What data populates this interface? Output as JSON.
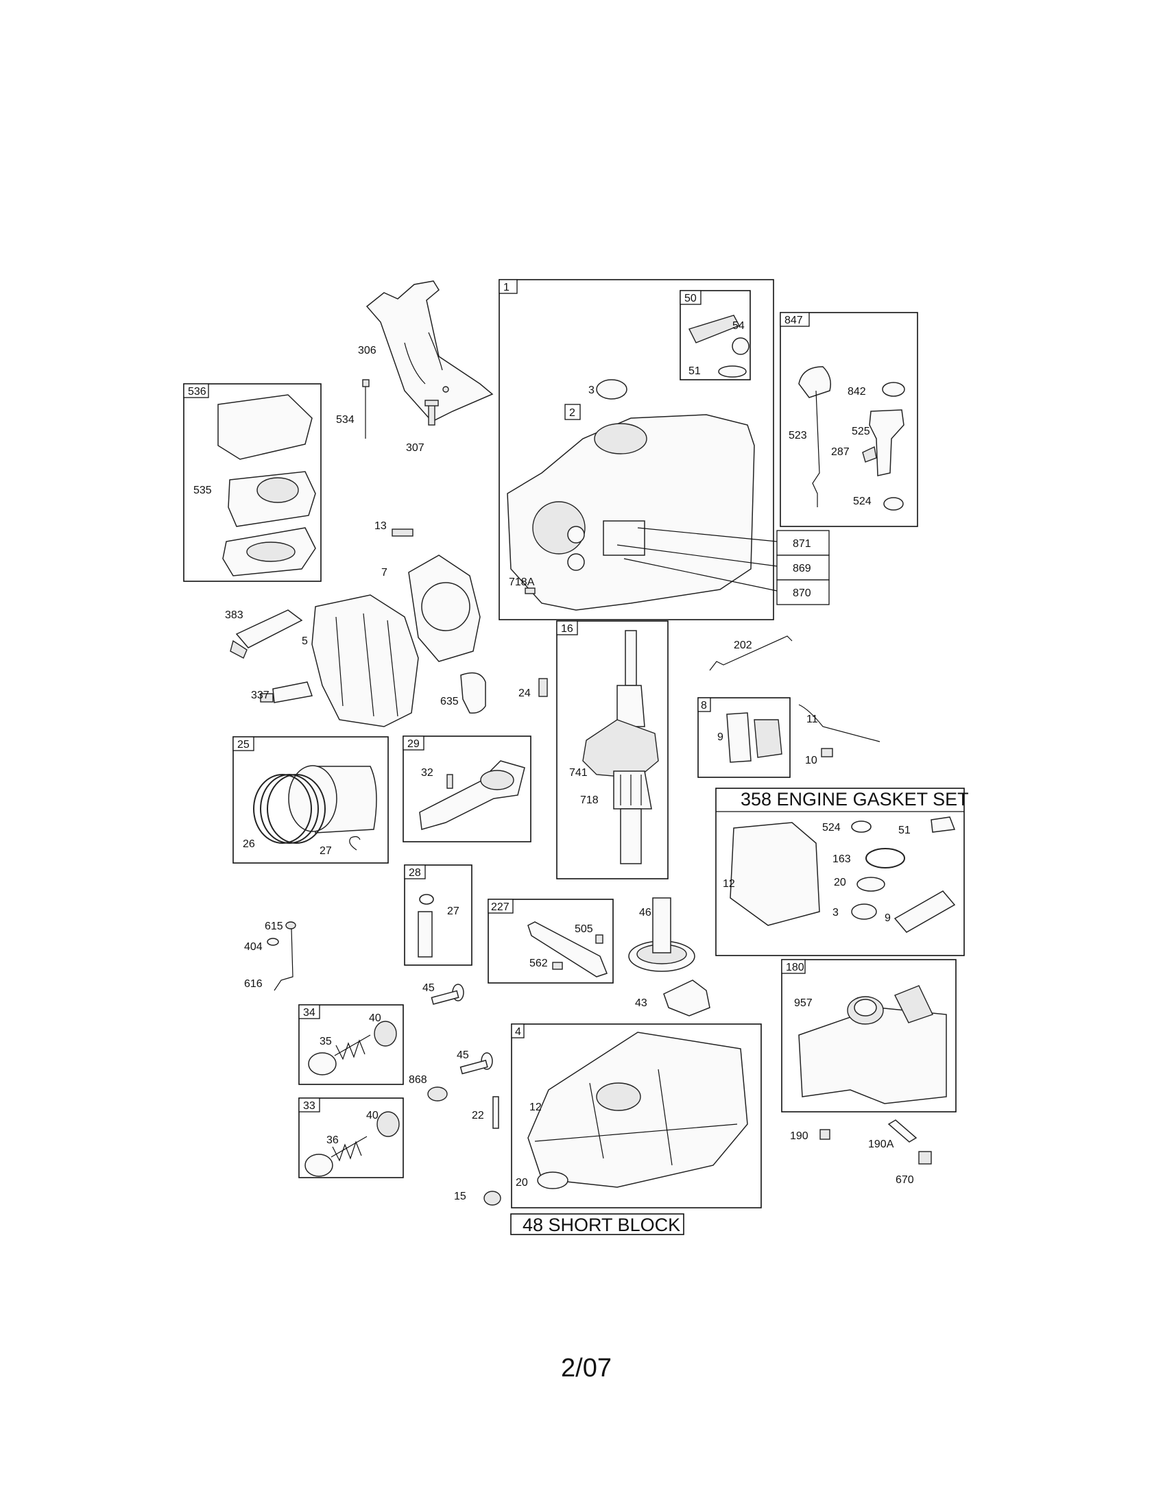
{
  "labels": {
    "l306": "306",
    "l534": "534",
    "l307": "307",
    "l536": "536",
    "l535": "535",
    "l13": "13",
    "l7": "7",
    "l383": "383",
    "l5": "5",
    "l337": "337",
    "l635": "635",
    "l24": "24",
    "l1": "1",
    "l50": "50",
    "l54": "54",
    "l51a": "51",
    "l3a": "3",
    "l2": "2",
    "l718A": "718A",
    "l871": "871",
    "l869": "869",
    "l870": "870",
    "l847": "847",
    "l842": "842",
    "l525": "525",
    "l523": "523",
    "l287": "287",
    "l524a": "524",
    "l16": "16",
    "l741": "741",
    "l718": "718",
    "l202": "202",
    "l8": "8",
    "l9a": "9",
    "l11": "11",
    "l10": "10",
    "l25": "25",
    "l26": "26",
    "l27a": "27",
    "l29": "29",
    "l32": "32",
    "l28": "28",
    "l27b": "27",
    "l227": "227",
    "l505": "505",
    "l562": "562",
    "l46": "46",
    "l43": "43",
    "l524b": "524",
    "l51b": "51",
    "l163": "163",
    "l12a": "12",
    "l20a": "20",
    "l3b": "3",
    "l9b": "9",
    "l615": "615",
    "l404": "404",
    "l616": "616",
    "l45a": "45",
    "l45b": "45",
    "l34": "34",
    "l40a": "40",
    "l35": "35",
    "l868": "868",
    "l33": "33",
    "l40b": "40",
    "l36": "36",
    "l4": "4",
    "l12b": "12",
    "l22": "22",
    "l20b": "20",
    "l15": "15",
    "l180": "180",
    "l957": "957",
    "l190": "190",
    "l190A": "190A",
    "l670": "670"
  },
  "gasket_set_title": "358 ENGINE GASKET SET",
  "short_block_title": "48 SHORT BLOCK",
  "footer": "2/07"
}
